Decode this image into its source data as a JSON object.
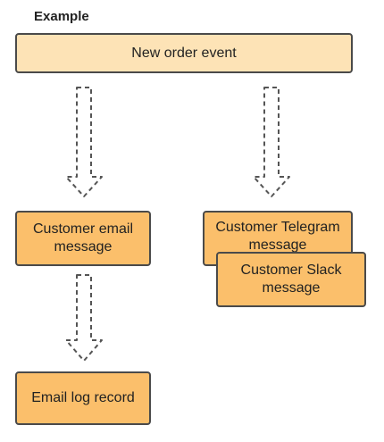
{
  "title": "Example",
  "nodes": {
    "new_order_event": "New order event",
    "customer_email_message": "Customer email\nmessage",
    "customer_telegram_message": "Customer Telegram\nmessage",
    "customer_slack_message": "Customer Slack\nmessage",
    "email_log_record": "Email log record"
  },
  "colors": {
    "header_fill": "#fde3b6",
    "node_fill": "#fbbf6b",
    "border": "#4a4a4a",
    "arrow": "#555555"
  }
}
